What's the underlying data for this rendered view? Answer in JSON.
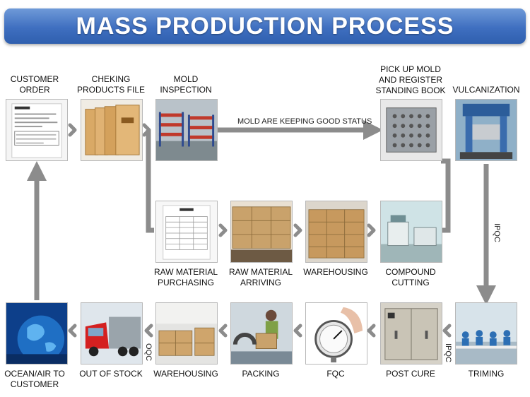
{
  "title": "MASS PRODUCTION PROCESS",
  "colors": {
    "banner": "#3f6fc0",
    "arrow": "#8c8c8c",
    "text": "#111111"
  },
  "steps": {
    "customer_order": {
      "line1": "CUSTOMER",
      "line2": "ORDER",
      "icon": "order-document-photo"
    },
    "checking_products_file": {
      "line1": "CHEKING",
      "line2": "PRODUCTS FILE",
      "icon": "file-folders-photo"
    },
    "mold_inspection": {
      "line1": "MOLD",
      "line2": "INSPECTION",
      "icon": "mold-shelves-photo"
    },
    "pick_up_mold": {
      "line1": "PICK UP MOLD",
      "line2": "AND REGISTER",
      "line3": "STANDING BOOK",
      "icon": "mold-plate-photo"
    },
    "vulcanization": {
      "line1": "VULCANIZATION",
      "icon": "press-machine-photo"
    },
    "raw_material_purchasing": {
      "line1": "RAW MATERIAL",
      "line2": "PURCHASING",
      "icon": "purchase-form-photo"
    },
    "raw_material_arriving": {
      "line1": "RAW MATERIAL",
      "line2": "ARRIVING",
      "icon": "material-boxes-photo"
    },
    "warehousing_top": {
      "line1": "WAREHOUSING",
      "icon": "warehouse-boxes-photo"
    },
    "compound_cutting": {
      "line1": "COMPOUND",
      "line2": "CUTTING",
      "icon": "cutting-machine-photo"
    },
    "trimming": {
      "line1": "TRIMING",
      "icon": "trimming-workers-photo"
    },
    "post_cure": {
      "line1": "POST CURE",
      "icon": "oven-photo"
    },
    "fqc": {
      "line1": "FQC",
      "icon": "hardness-gauge-photo"
    },
    "packing": {
      "line1": "PACKING",
      "icon": "packing-worker-photo"
    },
    "warehousing_bottom": {
      "line1": "WAREHOUSING",
      "icon": "warehouse-stock-photo"
    },
    "out_of_stock": {
      "line1": "OUT OF STOCK",
      "icon": "truck-photo"
    },
    "ocean_air": {
      "line1": "OCEAN/AIR TO",
      "line2": "CUSTOMER",
      "icon": "globe-map-photo"
    }
  },
  "annotations": {
    "mold_status": "MOLD ARE KEEPING GOOD STATUS",
    "ipqc_right": "IPQC",
    "ipqc_post_cure": "IPQC",
    "oqc": "OQC"
  }
}
